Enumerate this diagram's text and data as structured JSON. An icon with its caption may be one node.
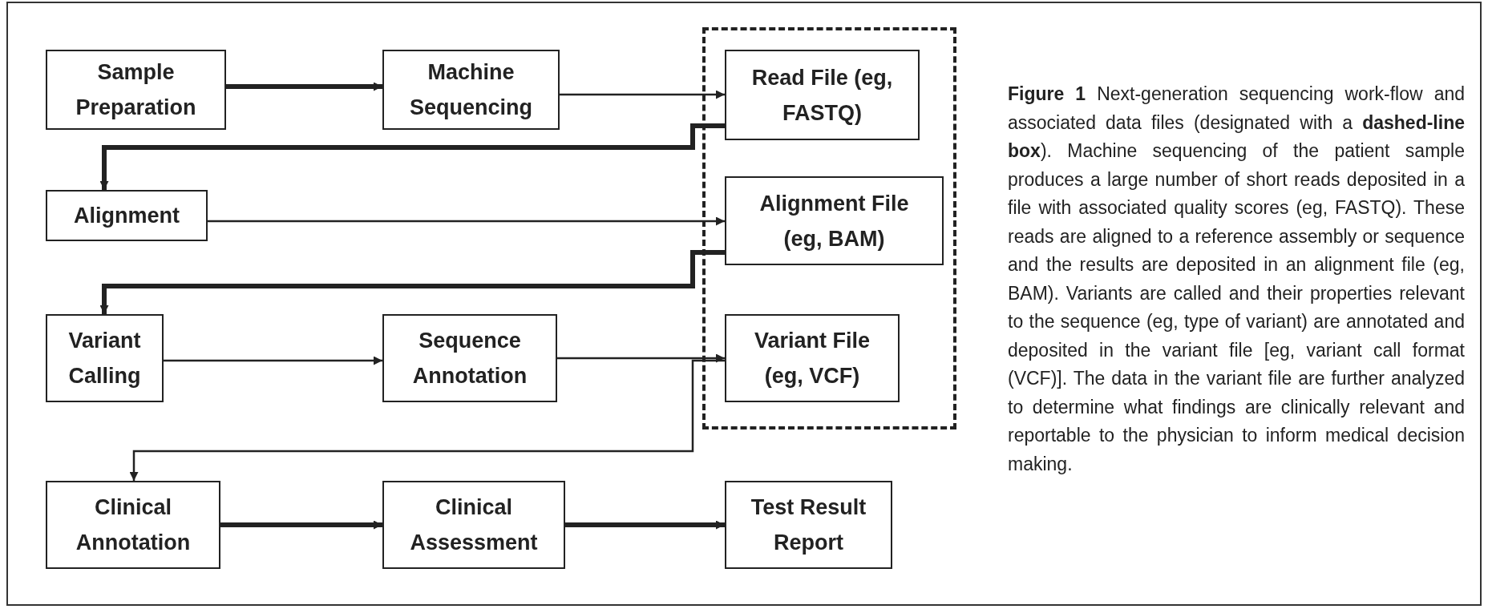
{
  "diagram": {
    "caption": "**Figure 1**    Next-generation sequencing work-flow and associated data files (designated with a **dashed-line box**). Machine sequencing of the patient sample produces a large number of short reads deposited in a file with associated quality scores (eg, FASTQ). These reads are aligned to a reference assembly or sequence and the results are deposited in an alignment file (eg, BAM). Variants are called and their properties relevant to the sequence (eg, type of variant) are annotated and deposited in the variant file [eg, variant call format (VCF)]. The data in the variant file are further analyzed to determine what findings are clinically relevant and reportable to the physician to inform medical decision making.",
    "nodes": [
      {
        "text": [
          "Sample Preparation"
        ]
      },
      {
        "text": [
          "Machine Sequencing"
        ]
      },
      {
        "text": [],
        "shape": "box"
      },
      {
        "text": [
          "Read File (eg, FASTQ)"
        ],
        "in": 2
      },
      {
        "text": [
          "Alignment"
        ]
      },
      {
        "text": [
          "Alignment File (eg, BAM)"
        ],
        "in": 2
      },
      {
        "text": [
          "Variant Calling"
        ]
      },
      {
        "text": [
          "Sequence Annotation"
        ]
      },
      {
        "text": [
          "Variant File (eg, VCF)"
        ],
        "in": 2
      },
      {
        "text": [
          "Clinical Annotation"
        ]
      },
      {
        "text": [
          "Clinical Assessment"
        ]
      },
      {
        "text": [
          "Test Result Report"
        ]
      }
    ],
    "edges": [
      {
        "from": 0,
        "to": 1,
        "arrow": "to",
        "style": "thick"
      },
      {
        "from": 1,
        "to": 3,
        "arrow": "to"
      },
      {
        "from": 3,
        "to": 4,
        "arrow": "to",
        "style": "thick"
      },
      {
        "from": 4,
        "to": 5,
        "arrow": "to"
      },
      {
        "from": 5,
        "to": 6,
        "arrow": "to",
        "style": "thick"
      },
      {
        "from": 6,
        "to": 7,
        "arrow": "to"
      },
      {
        "from": 7,
        "to": 8,
        "arrow": "to"
      },
      {
        "from": 8,
        "to": 9,
        "arrow": "to"
      },
      {
        "from": 9,
        "to": 10,
        "arrow": "to",
        "style": "thick"
      },
      {
        "from": 10,
        "to": 11,
        "arrow": "to",
        "style": "thick"
      }
    ]
  }
}
